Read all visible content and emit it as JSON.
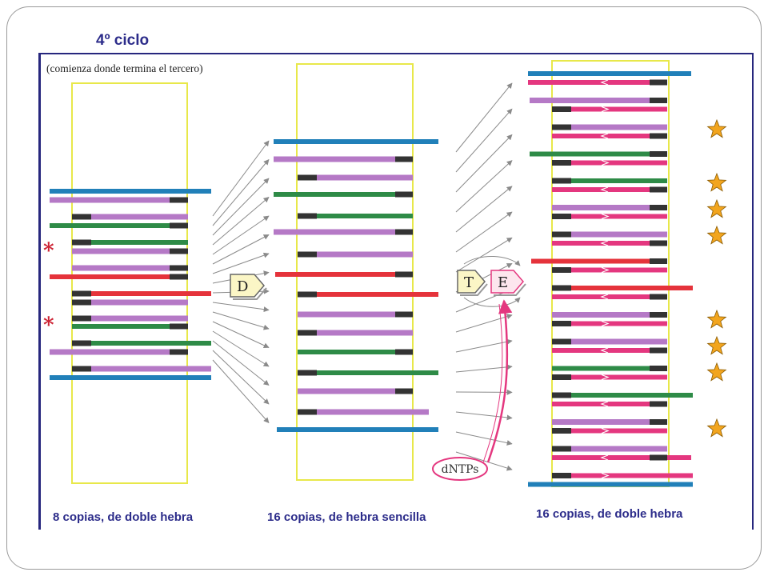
{
  "title": "4º ciclo",
  "subtitle": "(comienza donde termina el tercero)",
  "steps": {
    "denature": "D",
    "anneal": "T",
    "extend": "E"
  },
  "reagent_label": "dNTPs",
  "captions": {
    "left": "8 copias, de doble hebra",
    "middle": "16 copias, de hebra sencilla",
    "right": "16 copias, de doble hebra"
  },
  "colors": {
    "blue": "#2180b9",
    "violet": "#b579c6",
    "green": "#2e8b47",
    "red": "#e5333b",
    "pink": "#e4377f",
    "primer": "#333333",
    "box_outline": "#e8e84a",
    "star": "#f2a51e",
    "asterisk": "#cc2233",
    "frame": "#27277e"
  }
}
